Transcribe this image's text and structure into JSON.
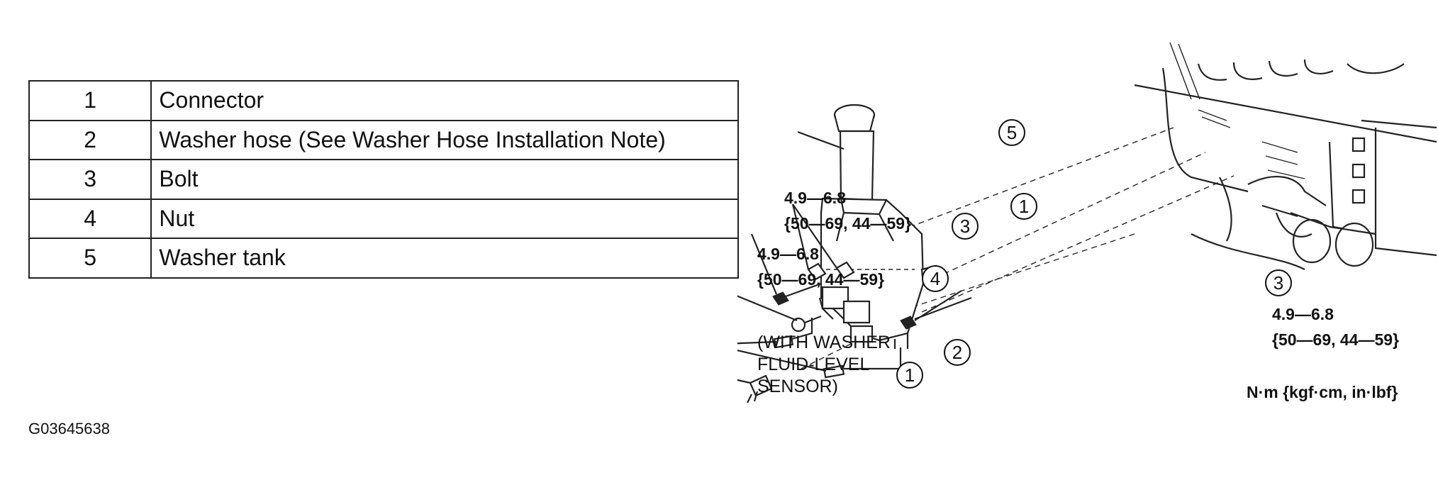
{
  "parts": [
    {
      "num": "1",
      "desc": "Connector"
    },
    {
      "num": "2",
      "desc": "Washer hose (See Washer Hose Installation Note)"
    },
    {
      "num": "3",
      "desc": "Bolt"
    },
    {
      "num": "4",
      "desc": "Nut"
    },
    {
      "num": "5",
      "desc": "Washer tank"
    }
  ],
  "figure_id": "G03645638",
  "torque": {
    "upper_left_range": "4.9—6.8",
    "upper_left_metric": "{50—69, 44—59}",
    "lower_left_range": "4.9—6.8",
    "lower_left_metric": "{50—69, 44—59}",
    "right_range": "4.9—6.8",
    "right_metric": "{50—69, 44—59}"
  },
  "callouts": {
    "tank": "5",
    "connector_top": "1",
    "bolt_left": "3",
    "nut": "4",
    "hose": "2",
    "connector_bottom": "1",
    "bolt_right": "3"
  },
  "sensor_note": "(WITH WASHER\nFLUID-LEVEL\nSENSOR)",
  "units_note": "N·m {kgf·cm, in·lbf}"
}
